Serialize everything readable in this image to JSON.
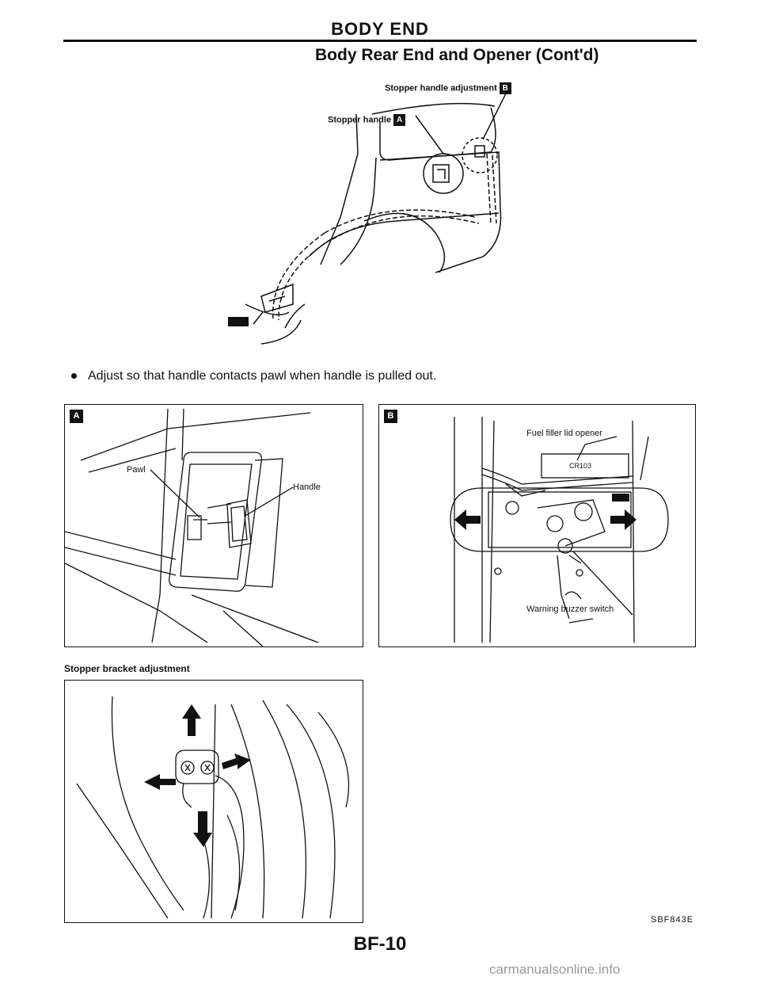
{
  "header": {
    "section_title": "BODY END",
    "subtitle": "Body Rear End and Opener (Cont'd)"
  },
  "top_figure": {
    "callout_adjustment": "Stopper handle adjustment",
    "callout_adjustment_badge": "B",
    "callout_handle": "Stopper handle",
    "callout_handle_badge": "A"
  },
  "instruction": "Adjust so that handle contacts pawl when handle is pulled out.",
  "panel_a": {
    "badge": "A",
    "label_pawl": "Pawl",
    "label_handle": "Handle"
  },
  "panel_b": {
    "badge": "B",
    "label_opener": "Fuel filler lid opener",
    "label_connector": "CR103",
    "label_switch": "Warning buzzer switch"
  },
  "bracket_section": {
    "title": "Stopper bracket adjustment"
  },
  "footer": {
    "figure_code": "SBF843E",
    "page_number": "BF-10",
    "watermark": "carmanualsonline.info"
  }
}
